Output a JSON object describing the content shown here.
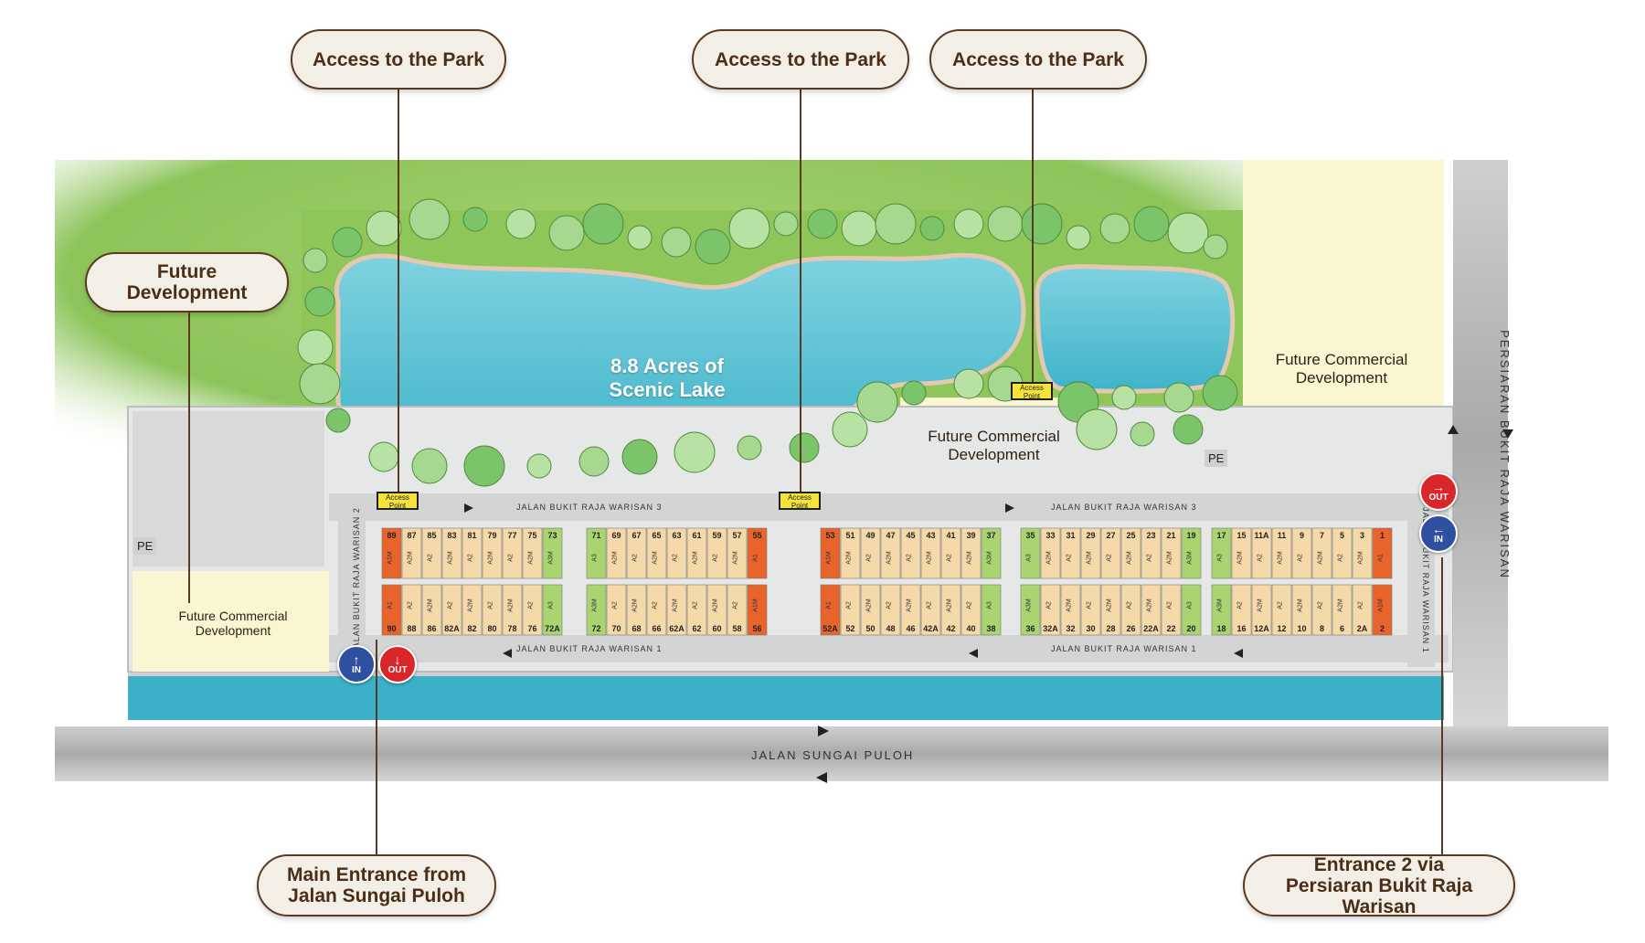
{
  "callouts": {
    "park_access_1": "Access to the Park",
    "park_access_2": "Access to the Park",
    "park_access_3": "Access to the Park",
    "future_development": "Future Development",
    "main_entrance": "Main Entrance from Jalan Sungai Puloh",
    "entrance_2": "Entrance 2 via Persiaran Bukit Raja Warisan"
  },
  "areas": {
    "lake": "8.8 Acres of Scenic Lake",
    "commercial_center": "Future Commercial Development",
    "commercial_right": "Future Commercial Development",
    "commercial_left": "Future Commercial Development",
    "pe_left": "PE",
    "pe_right": "PE",
    "access_point": "Access Point"
  },
  "roads": {
    "warisan_3": "JALAN BUKIT RAJA WARISAN 3",
    "warisan_1": "JALAN BUKIT RAJA WARISAN 1",
    "warisan_2": "JALAN BUKIT RAJA WARISAN 2",
    "warisan_1_side": "JALAN BUKIT RAJA WARISAN 1",
    "sungai_puloh": "JALAN SUNGAI PULOH",
    "persiaran": "PERSIARAN BUKIT RAJA WARISAN"
  },
  "badges": {
    "in": "IN",
    "out": "OUT"
  },
  "colors": {
    "corner_lot": "#e9642a",
    "green_lot": "#a9d46f",
    "standard_lot": "#f6d9a8",
    "lake": "#5fc3d6",
    "grass": "#8fc65a",
    "road": "#d3d4d4"
  },
  "blocks": [
    {
      "id": "b1-top",
      "lots": [
        {
          "n": "89",
          "t": "A1M",
          "k": "corner"
        },
        {
          "n": "87",
          "t": "A2M",
          "k": "std"
        },
        {
          "n": "85",
          "t": "A2",
          "k": "std"
        },
        {
          "n": "83",
          "t": "A2M",
          "k": "std"
        },
        {
          "n": "81",
          "t": "A2",
          "k": "std"
        },
        {
          "n": "79",
          "t": "A2M",
          "k": "std"
        },
        {
          "n": "77",
          "t": "A2",
          "k": "std"
        },
        {
          "n": "75",
          "t": "A2M",
          "k": "std"
        },
        {
          "n": "73",
          "t": "A3M",
          "k": "green"
        }
      ]
    },
    {
      "id": "b1-bot",
      "lots": [
        {
          "n": "90",
          "t": "A1",
          "k": "corner"
        },
        {
          "n": "88",
          "t": "A2",
          "k": "std"
        },
        {
          "n": "86",
          "t": "A2M",
          "k": "std"
        },
        {
          "n": "82A",
          "t": "A2",
          "k": "std"
        },
        {
          "n": "82",
          "t": "A2M",
          "k": "std"
        },
        {
          "n": "80",
          "t": "A2",
          "k": "std"
        },
        {
          "n": "78",
          "t": "A2M",
          "k": "std"
        },
        {
          "n": "76",
          "t": "A2",
          "k": "std"
        },
        {
          "n": "72A",
          "t": "A3",
          "k": "green"
        }
      ]
    },
    {
      "id": "b2-top",
      "lots": [
        {
          "n": "71",
          "t": "A3",
          "k": "green"
        },
        {
          "n": "69",
          "t": "A2M",
          "k": "std"
        },
        {
          "n": "67",
          "t": "A2",
          "k": "std"
        },
        {
          "n": "65",
          "t": "A2M",
          "k": "std"
        },
        {
          "n": "63",
          "t": "A2",
          "k": "std"
        },
        {
          "n": "61",
          "t": "A2M",
          "k": "std"
        },
        {
          "n": "59",
          "t": "A2",
          "k": "std"
        },
        {
          "n": "57",
          "t": "A2M",
          "k": "std"
        },
        {
          "n": "55",
          "t": "A1",
          "k": "corner"
        }
      ]
    },
    {
      "id": "b2-bot",
      "lots": [
        {
          "n": "72",
          "t": "A3M",
          "k": "green"
        },
        {
          "n": "70",
          "t": "A2",
          "k": "std"
        },
        {
          "n": "68",
          "t": "A2M",
          "k": "std"
        },
        {
          "n": "66",
          "t": "A2",
          "k": "std"
        },
        {
          "n": "62A",
          "t": "A2M",
          "k": "std"
        },
        {
          "n": "62",
          "t": "A2",
          "k": "std"
        },
        {
          "n": "60",
          "t": "A2M",
          "k": "std"
        },
        {
          "n": "58",
          "t": "A2",
          "k": "std"
        },
        {
          "n": "56",
          "t": "A1M",
          "k": "corner"
        }
      ]
    },
    {
      "id": "b3-top",
      "lots": [
        {
          "n": "53",
          "t": "A1M",
          "k": "corner"
        },
        {
          "n": "51",
          "t": "A2M",
          "k": "std"
        },
        {
          "n": "49",
          "t": "A2",
          "k": "std"
        },
        {
          "n": "47",
          "t": "A2M",
          "k": "std"
        },
        {
          "n": "45",
          "t": "A2",
          "k": "std"
        },
        {
          "n": "43",
          "t": "A2M",
          "k": "std"
        },
        {
          "n": "41",
          "t": "A2",
          "k": "std"
        },
        {
          "n": "39",
          "t": "A2M",
          "k": "std"
        },
        {
          "n": "37",
          "t": "A3M",
          "k": "green"
        }
      ]
    },
    {
      "id": "b3-bot",
      "lots": [
        {
          "n": "52A",
          "t": "A1",
          "k": "corner"
        },
        {
          "n": "52",
          "t": "A2",
          "k": "std"
        },
        {
          "n": "50",
          "t": "A2M",
          "k": "std"
        },
        {
          "n": "48",
          "t": "A2",
          "k": "std"
        },
        {
          "n": "46",
          "t": "A2M",
          "k": "std"
        },
        {
          "n": "42A",
          "t": "A2",
          "k": "std"
        },
        {
          "n": "42",
          "t": "A2M",
          "k": "std"
        },
        {
          "n": "40",
          "t": "A2",
          "k": "std"
        },
        {
          "n": "38",
          "t": "A3",
          "k": "green"
        }
      ]
    },
    {
      "id": "b4-top",
      "lots": [
        {
          "n": "35",
          "t": "A3",
          "k": "green"
        },
        {
          "n": "33",
          "t": "A2M",
          "k": "std"
        },
        {
          "n": "31",
          "t": "A2",
          "k": "std"
        },
        {
          "n": "29",
          "t": "A2M",
          "k": "std"
        },
        {
          "n": "27",
          "t": "A2",
          "k": "std"
        },
        {
          "n": "25",
          "t": "A2M",
          "k": "std"
        },
        {
          "n": "23",
          "t": "A2",
          "k": "std"
        },
        {
          "n": "21",
          "t": "A2M",
          "k": "std"
        },
        {
          "n": "19",
          "t": "A3M",
          "k": "green"
        }
      ]
    },
    {
      "id": "b4-bot",
      "lots": [
        {
          "n": "36",
          "t": "A3M",
          "k": "green"
        },
        {
          "n": "32A",
          "t": "A2",
          "k": "std"
        },
        {
          "n": "32",
          "t": "A2M",
          "k": "std"
        },
        {
          "n": "30",
          "t": "A2",
          "k": "std"
        },
        {
          "n": "28",
          "t": "A2M",
          "k": "std"
        },
        {
          "n": "26",
          "t": "A2",
          "k": "std"
        },
        {
          "n": "22A",
          "t": "A2M",
          "k": "std"
        },
        {
          "n": "22",
          "t": "A2",
          "k": "std"
        },
        {
          "n": "20",
          "t": "A3",
          "k": "green"
        }
      ]
    },
    {
      "id": "b5-top",
      "lots": [
        {
          "n": "17",
          "t": "A3",
          "k": "green"
        },
        {
          "n": "15",
          "t": "A2M",
          "k": "std"
        },
        {
          "n": "11A",
          "t": "A2",
          "k": "std"
        },
        {
          "n": "11",
          "t": "A2M",
          "k": "std"
        },
        {
          "n": "9",
          "t": "A2",
          "k": "std"
        },
        {
          "n": "7",
          "t": "A2M",
          "k": "std"
        },
        {
          "n": "5",
          "t": "A2",
          "k": "std"
        },
        {
          "n": "3",
          "t": "A2M",
          "k": "std"
        },
        {
          "n": "1",
          "t": "A1",
          "k": "corner"
        }
      ]
    },
    {
      "id": "b5-bot",
      "lots": [
        {
          "n": "18",
          "t": "A3M",
          "k": "green"
        },
        {
          "n": "16",
          "t": "A2",
          "k": "std"
        },
        {
          "n": "12A",
          "t": "A2M",
          "k": "std"
        },
        {
          "n": "12",
          "t": "A2",
          "k": "std"
        },
        {
          "n": "10",
          "t": "A2M",
          "k": "std"
        },
        {
          "n": "8",
          "t": "A2",
          "k": "std"
        },
        {
          "n": "6",
          "t": "A2M",
          "k": "std"
        },
        {
          "n": "2A",
          "t": "A2",
          "k": "std"
        },
        {
          "n": "2",
          "t": "A1M",
          "k": "corner"
        }
      ]
    }
  ]
}
